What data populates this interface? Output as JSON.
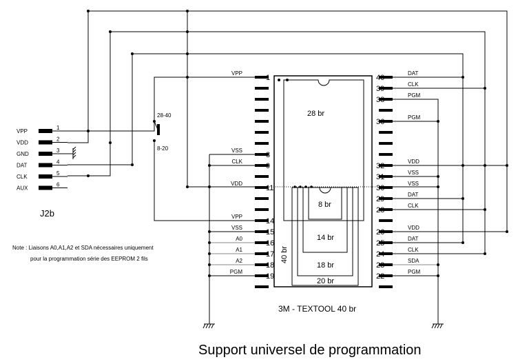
{
  "title": "Support universel de programmation",
  "socket_label": "3M - TEXTOOL 40 br",
  "socket_vertical_label": "40 br",
  "connector_label": "J2b",
  "switch_labels": {
    "upper": "28-40",
    "lower": "8-20"
  },
  "note": {
    "line1": "Note : Liaisons A0,A1,A2 et SDA nécessaires uniquement",
    "line2": "pour la programmation série des EEPROM 2 fils"
  },
  "connector_pins": [
    {
      "num": "1",
      "signal": "VPP"
    },
    {
      "num": "2",
      "signal": "VDD"
    },
    {
      "num": "3",
      "signal": "GND"
    },
    {
      "num": "4",
      "signal": "DAT"
    },
    {
      "num": "5",
      "signal": "CLK"
    },
    {
      "num": "6",
      "signal": "AUX"
    }
  ],
  "left_pins": [
    {
      "num": "1",
      "signal": "VPP"
    },
    {
      "num": "8",
      "signal": "VSS"
    },
    {
      "num": "9",
      "signal": "CLK"
    },
    {
      "num": "11",
      "signal": "VDD"
    },
    {
      "num": "14",
      "signal": "VPP"
    },
    {
      "num": "15",
      "signal": "VSS"
    },
    {
      "num": "16",
      "signal": "A0"
    },
    {
      "num": "17",
      "signal": "A1"
    },
    {
      "num": "18",
      "signal": "A2"
    },
    {
      "num": "19",
      "signal": "PGM"
    }
  ],
  "right_pins": [
    {
      "num": "40",
      "signal": "DAT"
    },
    {
      "num": "39",
      "signal": "CLK"
    },
    {
      "num": "38",
      "signal": "PGM"
    },
    {
      "num": "36",
      "signal": "PGM"
    },
    {
      "num": "32",
      "signal": "VDD"
    },
    {
      "num": "31",
      "signal": "VSS"
    },
    {
      "num": "30",
      "signal": "VSS"
    },
    {
      "num": "29",
      "signal": "DAT"
    },
    {
      "num": "28",
      "signal": "CLK"
    },
    {
      "num": "26",
      "signal": "VDD"
    },
    {
      "num": "25",
      "signal": "DAT"
    },
    {
      "num": "24",
      "signal": "CLK"
    },
    {
      "num": "23",
      "signal": "SDA"
    },
    {
      "num": "22",
      "signal": "PGM"
    }
  ],
  "chip_labels": [
    "28 br",
    "8 br",
    "14 br",
    "18 br",
    "20 br"
  ]
}
